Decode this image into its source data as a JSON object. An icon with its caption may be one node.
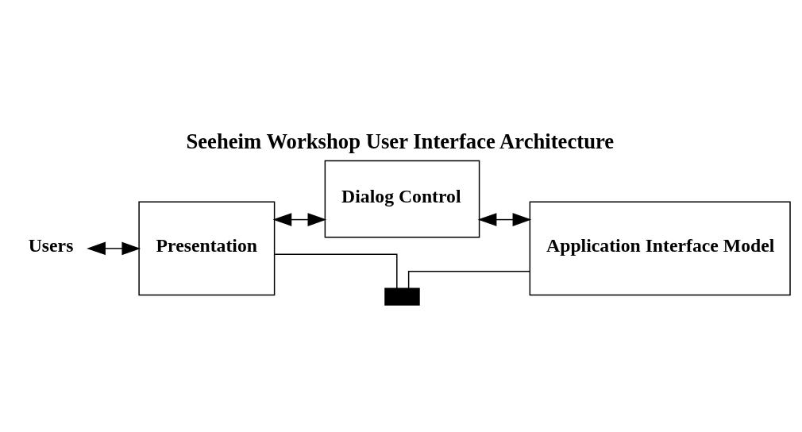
{
  "diagram": {
    "title": "Seeheim Workshop User Interface Architecture",
    "nodes": [
      {
        "text": [
          "Users"
        ]
      },
      {
        "text": [
          "Presentation"
        ]
      },
      {
        "text": [
          "Dialog Control"
        ]
      },
      {
        "text": [
          "Application Interface Model"
        ]
      },
      {
        "text": [],
        "shape": "box"
      }
    ],
    "edges": [
      {
        "from": 0,
        "to": 1,
        "arrow": "both"
      },
      {
        "from": 1,
        "to": 2,
        "arrow": "both"
      },
      {
        "from": 2,
        "to": 3,
        "arrow": "both"
      },
      {
        "from": 1,
        "to": 4,
        "arrow": "none"
      },
      {
        "from": 4,
        "to": 3,
        "arrow": "none"
      }
    ]
  }
}
